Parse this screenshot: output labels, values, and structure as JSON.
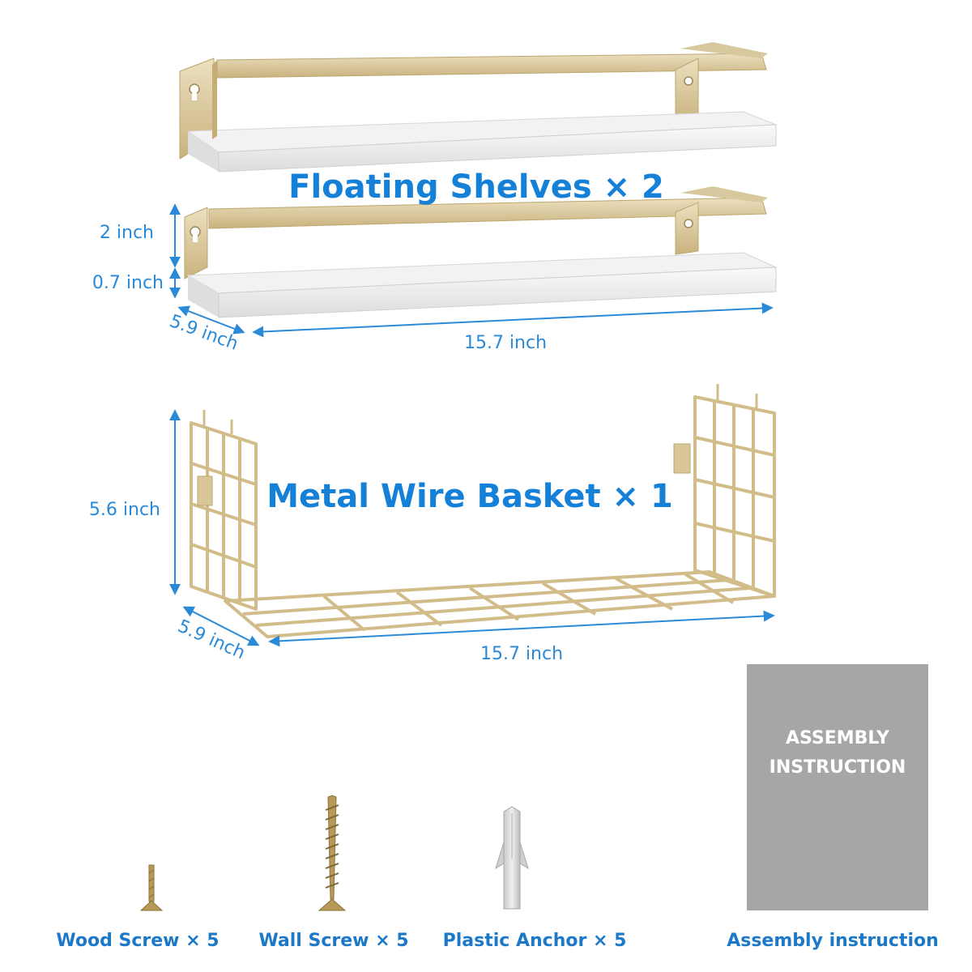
{
  "shelves": {
    "title": "Floating Shelves × 2",
    "height_label": "2 inch",
    "thickness_label": "0.7 inch",
    "depth_label": "5.9 inch",
    "width_label": "15.7 inch"
  },
  "basket": {
    "title": "Metal Wire Basket × 1",
    "height_label": "5.6 inch",
    "depth_label": "5.9 inch",
    "width_label": "15.7 inch"
  },
  "accessories": {
    "wood_screw": "Wood Screw × 5",
    "wall_screw": "Wall Screw × 5",
    "plastic_anchor": "Plastic Anchor × 5",
    "assembly_instruction": "Assembly instruction"
  },
  "booklet": {
    "line1": "ASSEMBLY",
    "line2": "INSTRUCTION"
  },
  "colors": {
    "dimension_blue": "#2a8ad8",
    "title_blue": "#1580d8",
    "gold": "#d9c79a",
    "booklet_gray": "#a6a6a6"
  }
}
